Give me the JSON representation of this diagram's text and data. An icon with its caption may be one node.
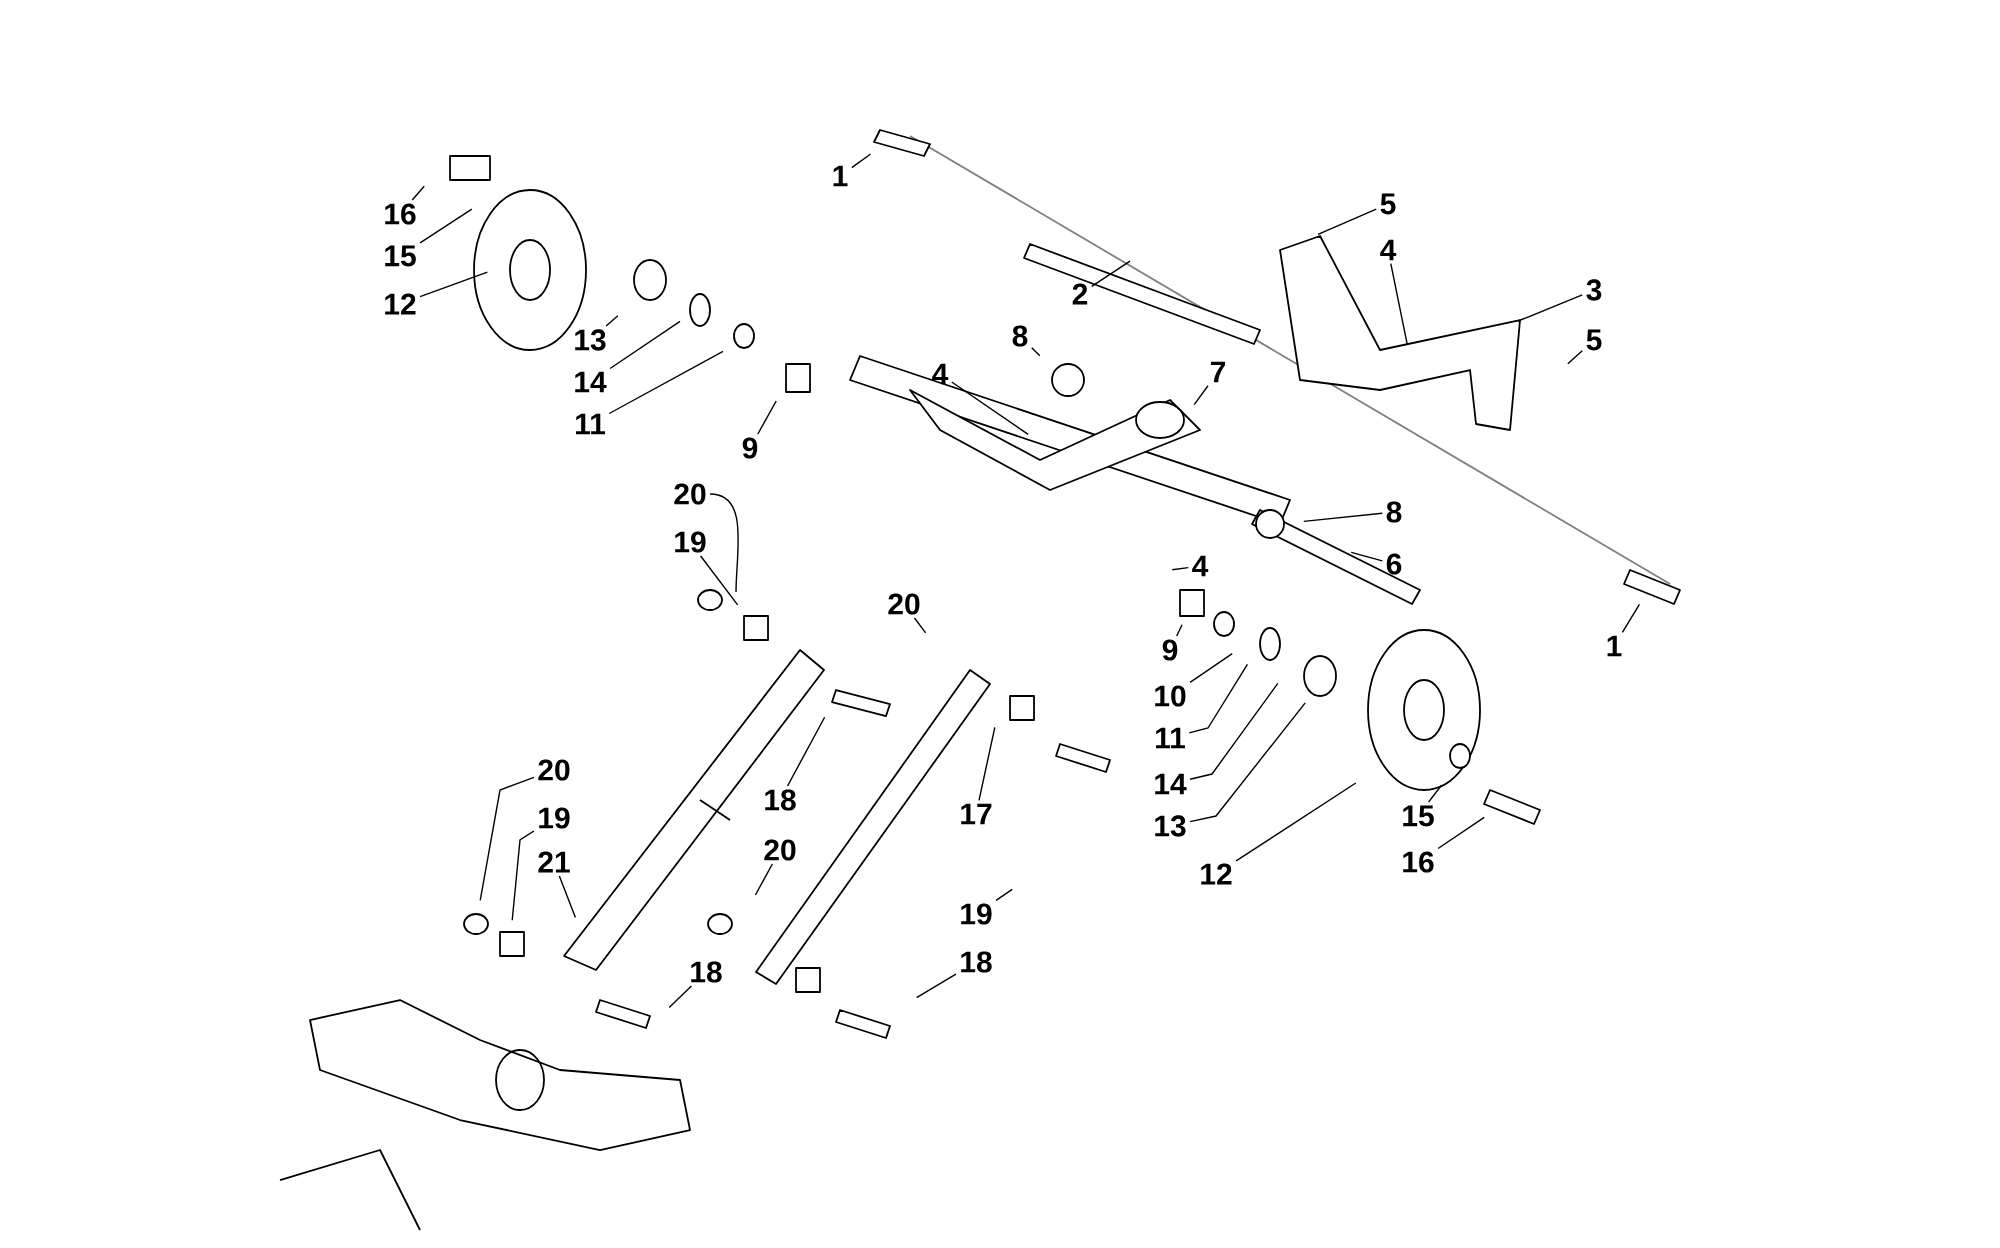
{
  "diagram": {
    "nodes": [
      {
        "text": [
          "1"
        ]
      },
      {
        "text": [
          "16"
        ]
      },
      {
        "text": [
          "15"
        ]
      },
      {
        "text": [
          "12"
        ]
      },
      {
        "text": [
          "5"
        ]
      },
      {
        "text": [
          "4"
        ]
      },
      {
        "text": [
          "3"
        ]
      },
      {
        "text": [
          "5"
        ]
      },
      {
        "text": [
          "2"
        ]
      },
      {
        "text": [
          "8"
        ]
      },
      {
        "text": [
          "7"
        ]
      },
      {
        "text": [
          "4"
        ]
      },
      {
        "text": [
          "13"
        ]
      },
      {
        "text": [
          "14"
        ]
      },
      {
        "text": [
          "11"
        ]
      },
      {
        "text": [
          "9"
        ]
      },
      {
        "text": [
          "8"
        ]
      },
      {
        "text": [
          "6"
        ]
      },
      {
        "text": [
          "4"
        ]
      },
      {
        "text": [
          "20"
        ]
      },
      {
        "text": [
          "19"
        ]
      },
      {
        "text": [
          "1"
        ]
      },
      {
        "text": [
          "20"
        ]
      },
      {
        "text": [
          "9"
        ]
      },
      {
        "text": [
          "10"
        ]
      },
      {
        "text": [
          "11"
        ]
      },
      {
        "text": [
          "14"
        ]
      },
      {
        "text": [
          "13"
        ]
      },
      {
        "text": [
          "12"
        ]
      },
      {
        "text": [
          "15"
        ]
      },
      {
        "text": [
          "16"
        ]
      },
      {
        "text": [
          "18"
        ]
      },
      {
        "text": [
          "17"
        ]
      },
      {
        "text": [
          "20"
        ]
      },
      {
        "text": [
          "19"
        ]
      },
      {
        "text": [
          "21"
        ]
      },
      {
        "text": [
          "20"
        ]
      },
      {
        "text": [
          "19"
        ]
      },
      {
        "text": [
          "18"
        ]
      },
      {
        "text": [
          "18"
        ]
      }
    ],
    "edges": [
      {
        "from": 0,
        "to": null,
        "arrow": "none"
      },
      {
        "from": 1,
        "to": null,
        "arrow": "none"
      },
      {
        "from": 2,
        "to": null,
        "arrow": "none"
      },
      {
        "from": 3,
        "to": null,
        "arrow": "none"
      },
      {
        "from": 4,
        "to": null,
        "arrow": "none"
      },
      {
        "from": 5,
        "to": null,
        "arrow": "none"
      },
      {
        "from": 6,
        "to": null,
        "arrow": "none"
      },
      {
        "from": 7,
        "to": null,
        "arrow": "none"
      },
      {
        "from": 8,
        "to": null,
        "arrow": "none"
      },
      {
        "from": 9,
        "to": null,
        "arrow": "none"
      },
      {
        "from": 10,
        "to": null,
        "arrow": "none"
      },
      {
        "from": 11,
        "to": null,
        "arrow": "none"
      },
      {
        "from": 12,
        "to": null,
        "arrow": "none"
      },
      {
        "from": 13,
        "to": null,
        "arrow": "none"
      },
      {
        "from": 14,
        "to": null,
        "arrow": "none"
      },
      {
        "from": 15,
        "to": null,
        "arrow": "none"
      },
      {
        "from": 16,
        "to": null,
        "arrow": "none"
      },
      {
        "from": 17,
        "to": null,
        "arrow": "none"
      },
      {
        "from": 18,
        "to": null,
        "arrow": "none"
      },
      {
        "from": 19,
        "to": null,
        "arrow": "none"
      },
      {
        "from": 20,
        "to": null,
        "arrow": "none"
      },
      {
        "from": 21,
        "to": null,
        "arrow": "none"
      },
      {
        "from": 22,
        "to": null,
        "arrow": "none"
      },
      {
        "from": 23,
        "to": null,
        "arrow": "none"
      },
      {
        "from": 24,
        "to": null,
        "arrow": "none"
      },
      {
        "from": 25,
        "to": null,
        "arrow": "none"
      },
      {
        "from": 26,
        "to": null,
        "arrow": "none"
      },
      {
        "from": 27,
        "to": null,
        "arrow": "none"
      },
      {
        "from": 28,
        "to": null,
        "arrow": "none"
      },
      {
        "from": 29,
        "to": null,
        "arrow": "none"
      },
      {
        "from": 30,
        "to": null,
        "arrow": "none"
      },
      {
        "from": 31,
        "to": null,
        "arrow": "none"
      },
      {
        "from": 32,
        "to": null,
        "arrow": "none"
      },
      {
        "from": 33,
        "to": null,
        "arrow": "none"
      },
      {
        "from": 34,
        "to": null,
        "arrow": "none"
      },
      {
        "from": 35,
        "to": null,
        "arrow": "none"
      },
      {
        "from": 36,
        "to": null,
        "arrow": "none"
      },
      {
        "from": 37,
        "to": null,
        "arrow": "none"
      },
      {
        "from": 38,
        "to": null,
        "arrow": "none"
      },
      {
        "from": 39,
        "to": null,
        "arrow": "none"
      }
    ]
  }
}
